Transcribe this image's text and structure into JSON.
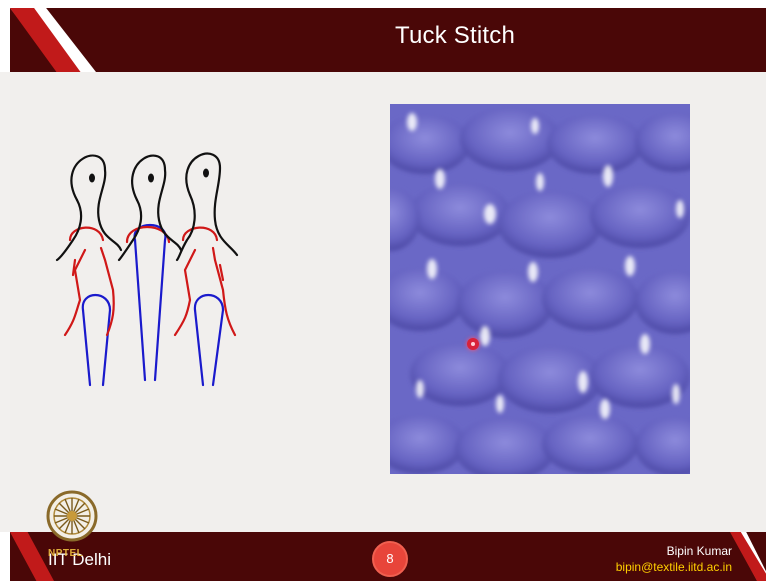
{
  "slide": {
    "title": "Tuck Stitch",
    "page_number": "8"
  },
  "footer": {
    "logo_text": "NPTEL",
    "org": "IIT Delhi",
    "author_name": "Bipin Kumar",
    "author_email": "bipin@textile.iitd.ac.in"
  },
  "colors": {
    "header_bg": "#4a0707",
    "accent_red": "#c11a1a",
    "fabric_blue": "#6a68c6",
    "loop_black": "#111111",
    "loop_red": "#d01818",
    "loop_blue": "#1a1acc",
    "page_badge": "#e8453a",
    "email_yellow": "#ffd000"
  },
  "icons": {
    "logo": "nptel-wheel-icon",
    "pointer": "laser-pointer-icon"
  }
}
